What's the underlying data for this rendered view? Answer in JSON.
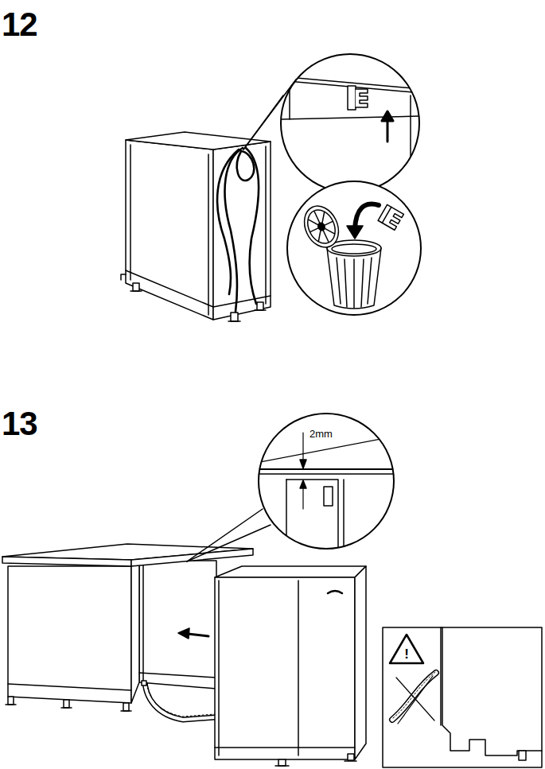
{
  "diagram": {
    "labels": [
      "12",
      "13",
      "2mm",
      "!"
    ]
  }
}
